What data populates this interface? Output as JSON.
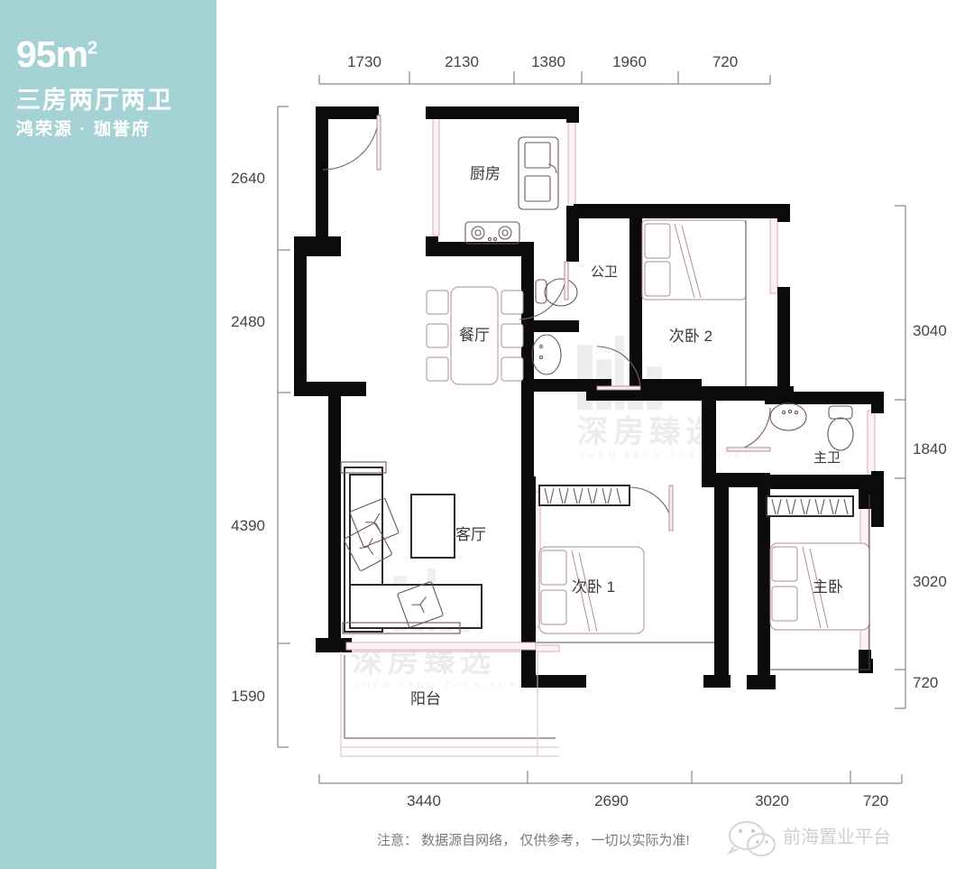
{
  "sidebar": {
    "area_value": "95m",
    "area_sup": "2",
    "layout": "三房两厅两卫",
    "project": "鸿荣源 · 珈誉府"
  },
  "dimensions": {
    "top": [
      "1730",
      "2130",
      "1380",
      "1960",
      "720"
    ],
    "left": [
      "2640",
      "2480",
      "4390",
      "1590"
    ],
    "right": [
      "3040",
      "1840",
      "3020",
      "720"
    ],
    "bottom": [
      "3440",
      "2690",
      "3020",
      "720"
    ]
  },
  "rooms": {
    "kitchen": "厨房",
    "dining": "餐厅",
    "public_bath": "公卫",
    "bedroom2": "次卧 2",
    "master_bath": "主卫",
    "living": "客厅",
    "bedroom1": "次卧 1",
    "master_bedroom": "主卧",
    "balcony": "阳台"
  },
  "footer": {
    "note": "注意： 数据源自网络， 仅供参考， 一切以实际为准!",
    "brand": "前海置业平台"
  },
  "watermark": {
    "main": "深房臻选",
    "sub": "SHEN FANG ZHEN XUAN"
  },
  "colors": {
    "sidebar_bg": "#a5d2d4",
    "wall": "#0b0b0b",
    "dimension": "#6e6e6e",
    "window": "#fdf2f4",
    "door": "#b08e9b",
    "watermark": "#ececec"
  }
}
